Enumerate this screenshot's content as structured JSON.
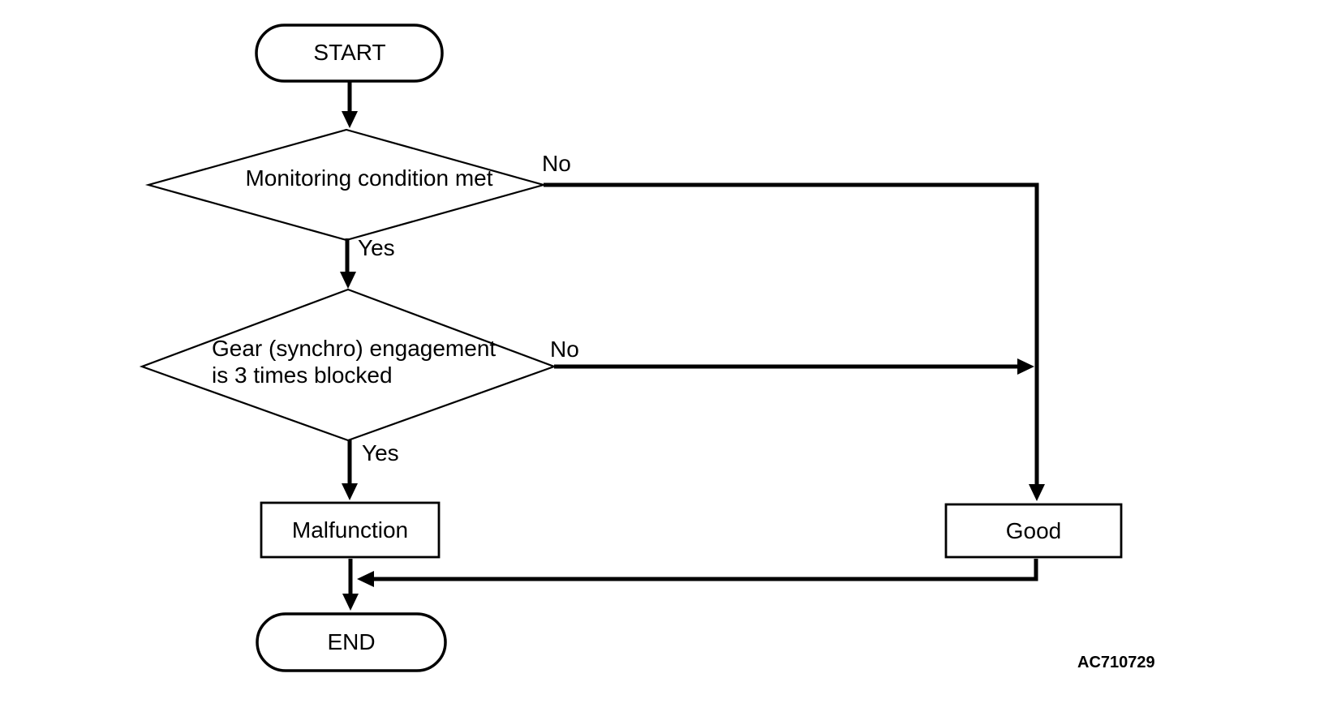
{
  "flowchart": {
    "nodes": {
      "start": {
        "label": "START"
      },
      "decision_monitoring": {
        "label": "Monitoring condition met"
      },
      "decision_gear": {
        "label_lines": [
          "Gear (synchro) engagement",
          "is 3 times blocked"
        ]
      },
      "malfunction": {
        "label": "Malfunction"
      },
      "good": {
        "label": "Good"
      },
      "end": {
        "label": "END"
      }
    },
    "branch_labels": {
      "monitoring_no": "No",
      "monitoring_yes": "Yes",
      "gear_no": "No",
      "gear_yes": "Yes"
    },
    "figure_code": "AC710729",
    "colors": {
      "line": "#000000",
      "text": "#000000",
      "background": "#ffffff"
    }
  }
}
